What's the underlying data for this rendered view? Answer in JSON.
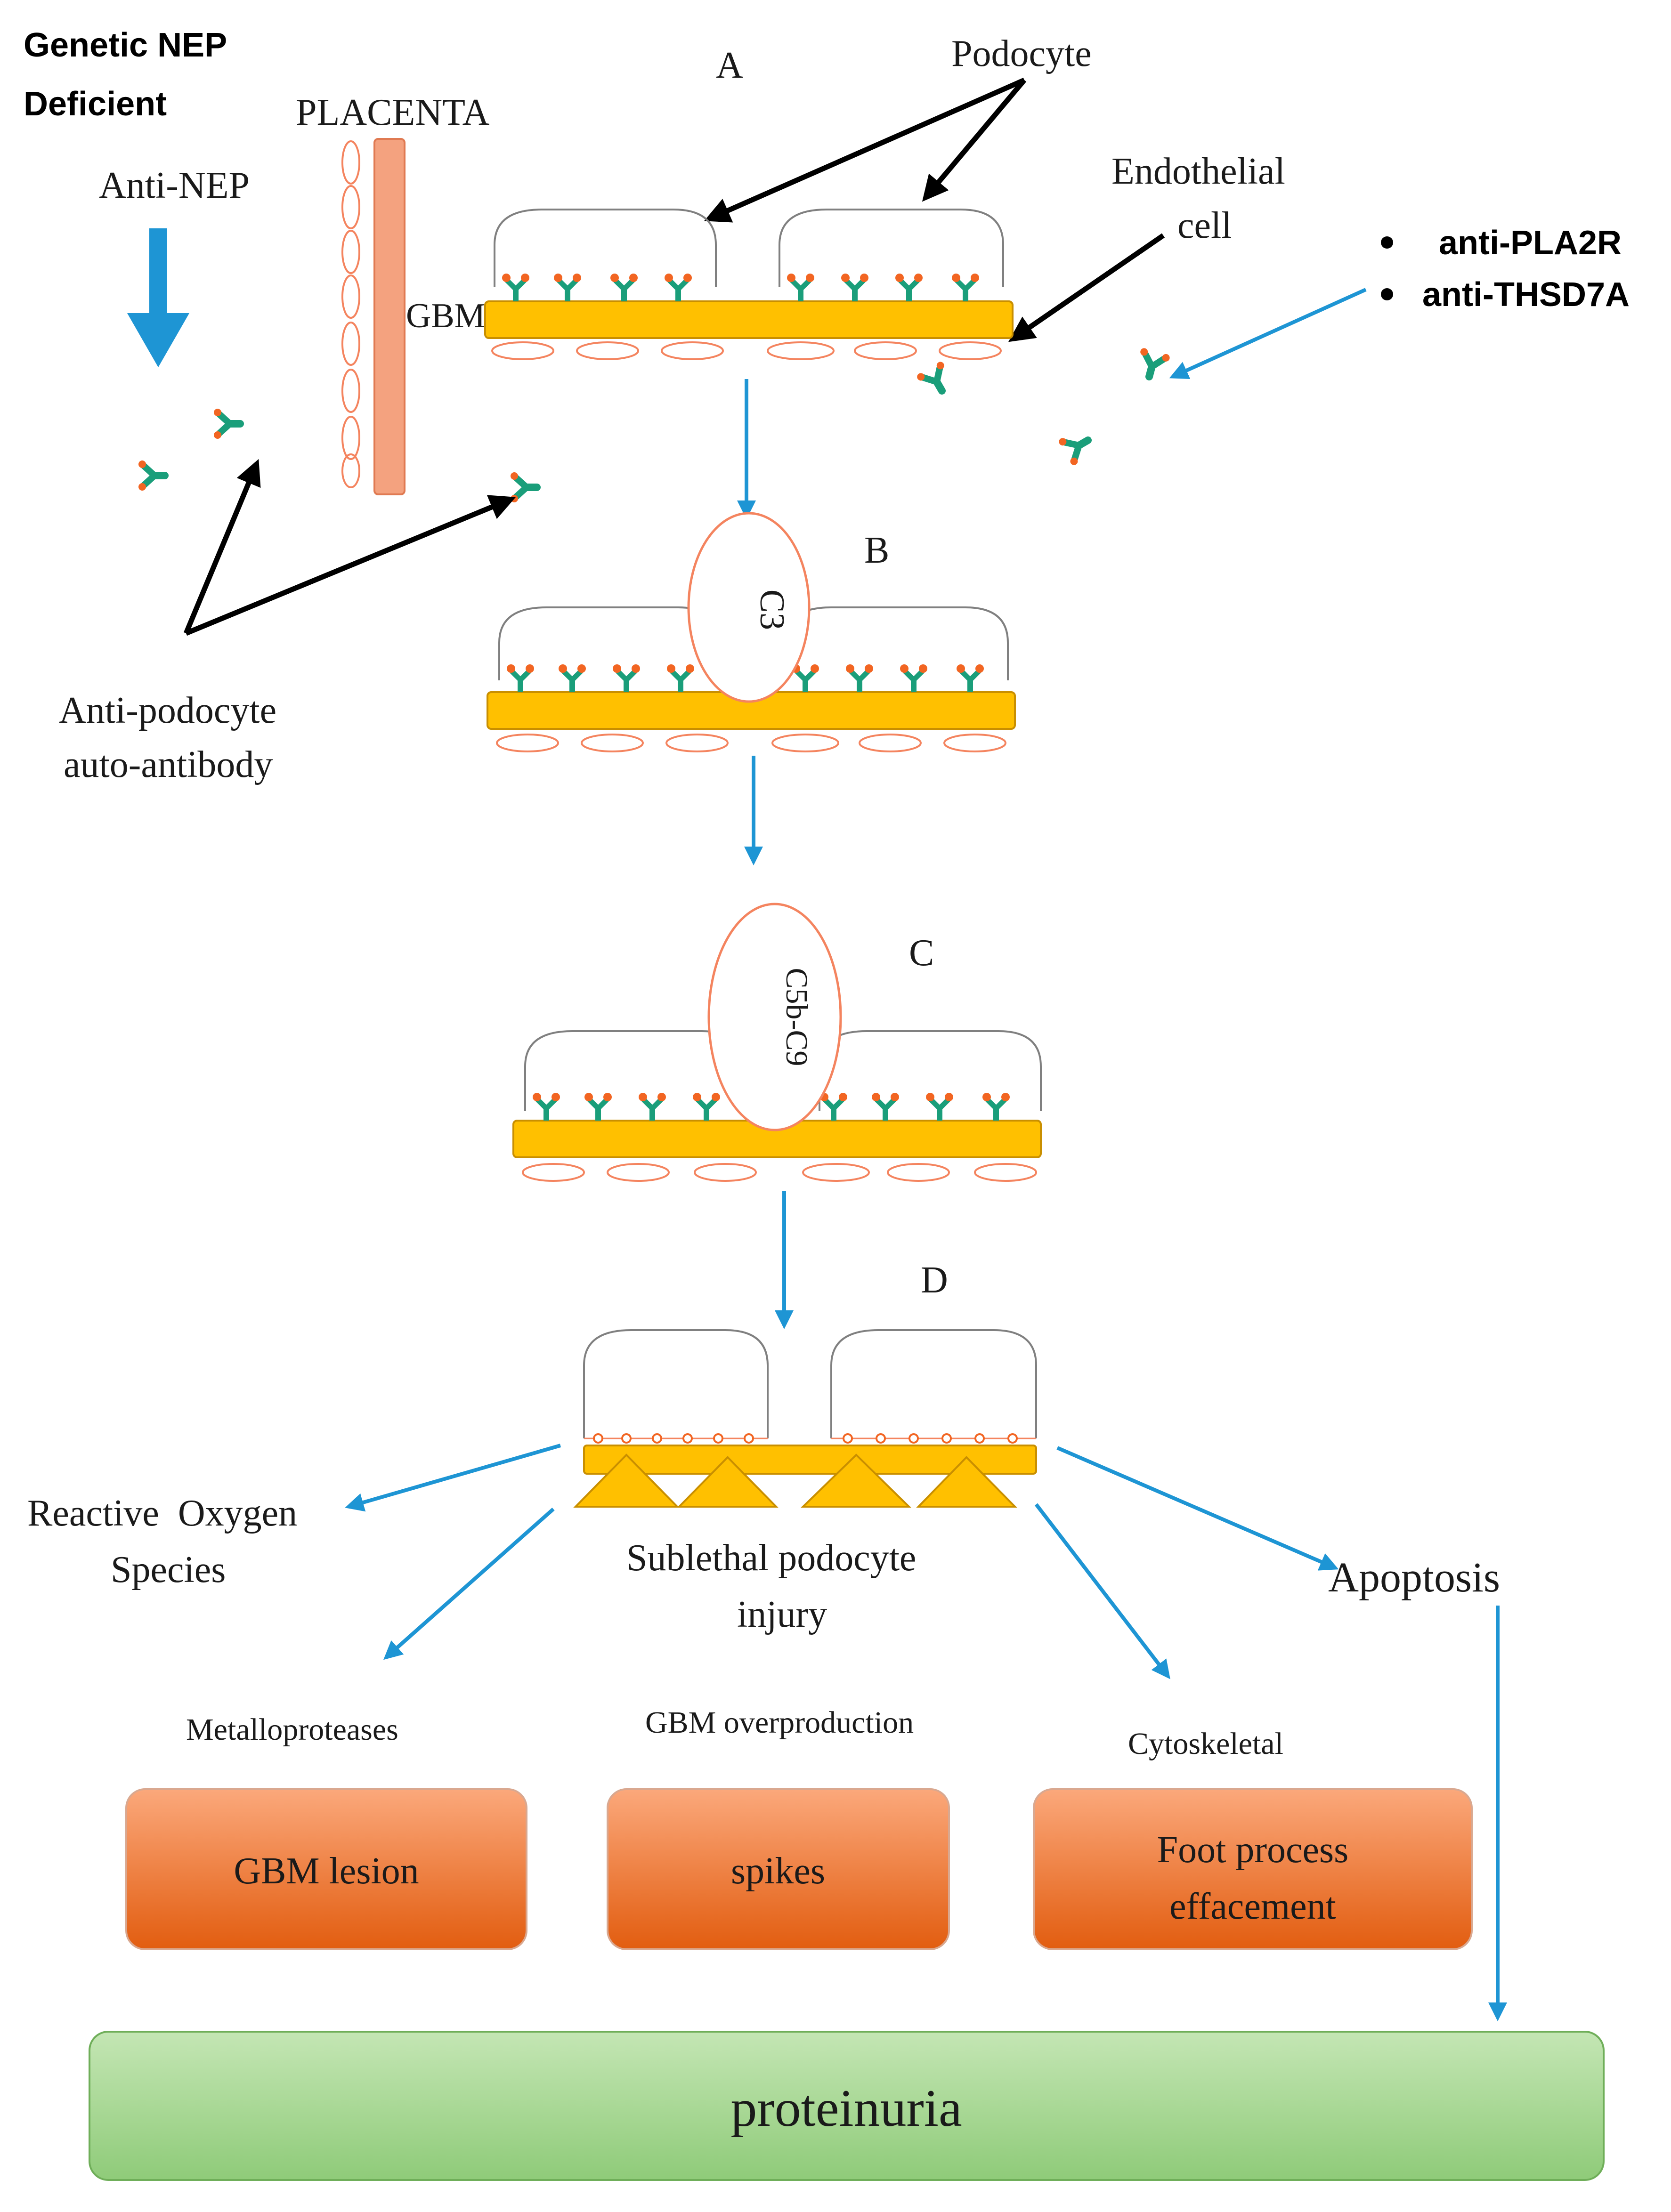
{
  "labels": {
    "genetic_line1": "Genetic NEP",
    "genetic_line2": "Deficient",
    "anti_nep": "Anti-NEP",
    "placenta": "PLACENTA",
    "panel_a": "A",
    "panel_b": "B",
    "panel_c": "C",
    "panel_d": "D",
    "podocyte": "Podocyte",
    "endothelial_line1": "Endothelial",
    "endothelial_line2": "cell",
    "gbm": "GBM",
    "bullet1": "anti-PLA2R",
    "bullet2": "anti-THSD7A",
    "anti_podocyte_line1": "Anti-podocyte",
    "anti_podocyte_line2": "auto-antibody",
    "c3": "C3",
    "c5b_c9": "C5b-C9",
    "ros_line1": "Reactive  Oxygen",
    "ros_line2": "Species",
    "sublethal_line1": "Sublethal podocyte",
    "sublethal_line2": "injury",
    "apoptosis": "Apoptosis",
    "metalloproteases": "Metalloproteases",
    "gbm_overproduction": "GBM overproduction",
    "cytoskeletal": "Cytoskeletal",
    "box_gbm_lesion": "GBM lesion",
    "box_spikes": "spikes",
    "box_foot_line1": "Foot process",
    "box_foot_line2": "effacement",
    "proteinuria": "proteinuria"
  },
  "colors": {
    "gbm_fill": "#ffc000",
    "gbm_stroke": "#c98f00",
    "endothelial_stroke": "#f4845f",
    "placenta_fill": "#f4a27f",
    "antibody_green": "#1a9e7a",
    "antibody_orange": "#f26522",
    "flow_arrow": "#1e95d4",
    "black_arrow": "#000000",
    "orange_box_top": "#fba87b",
    "orange_box_bottom": "#e25d10",
    "green_box_top": "#c4e6b4",
    "green_box_bottom": "#8fcb79",
    "podocyte_stroke": "#808080"
  }
}
